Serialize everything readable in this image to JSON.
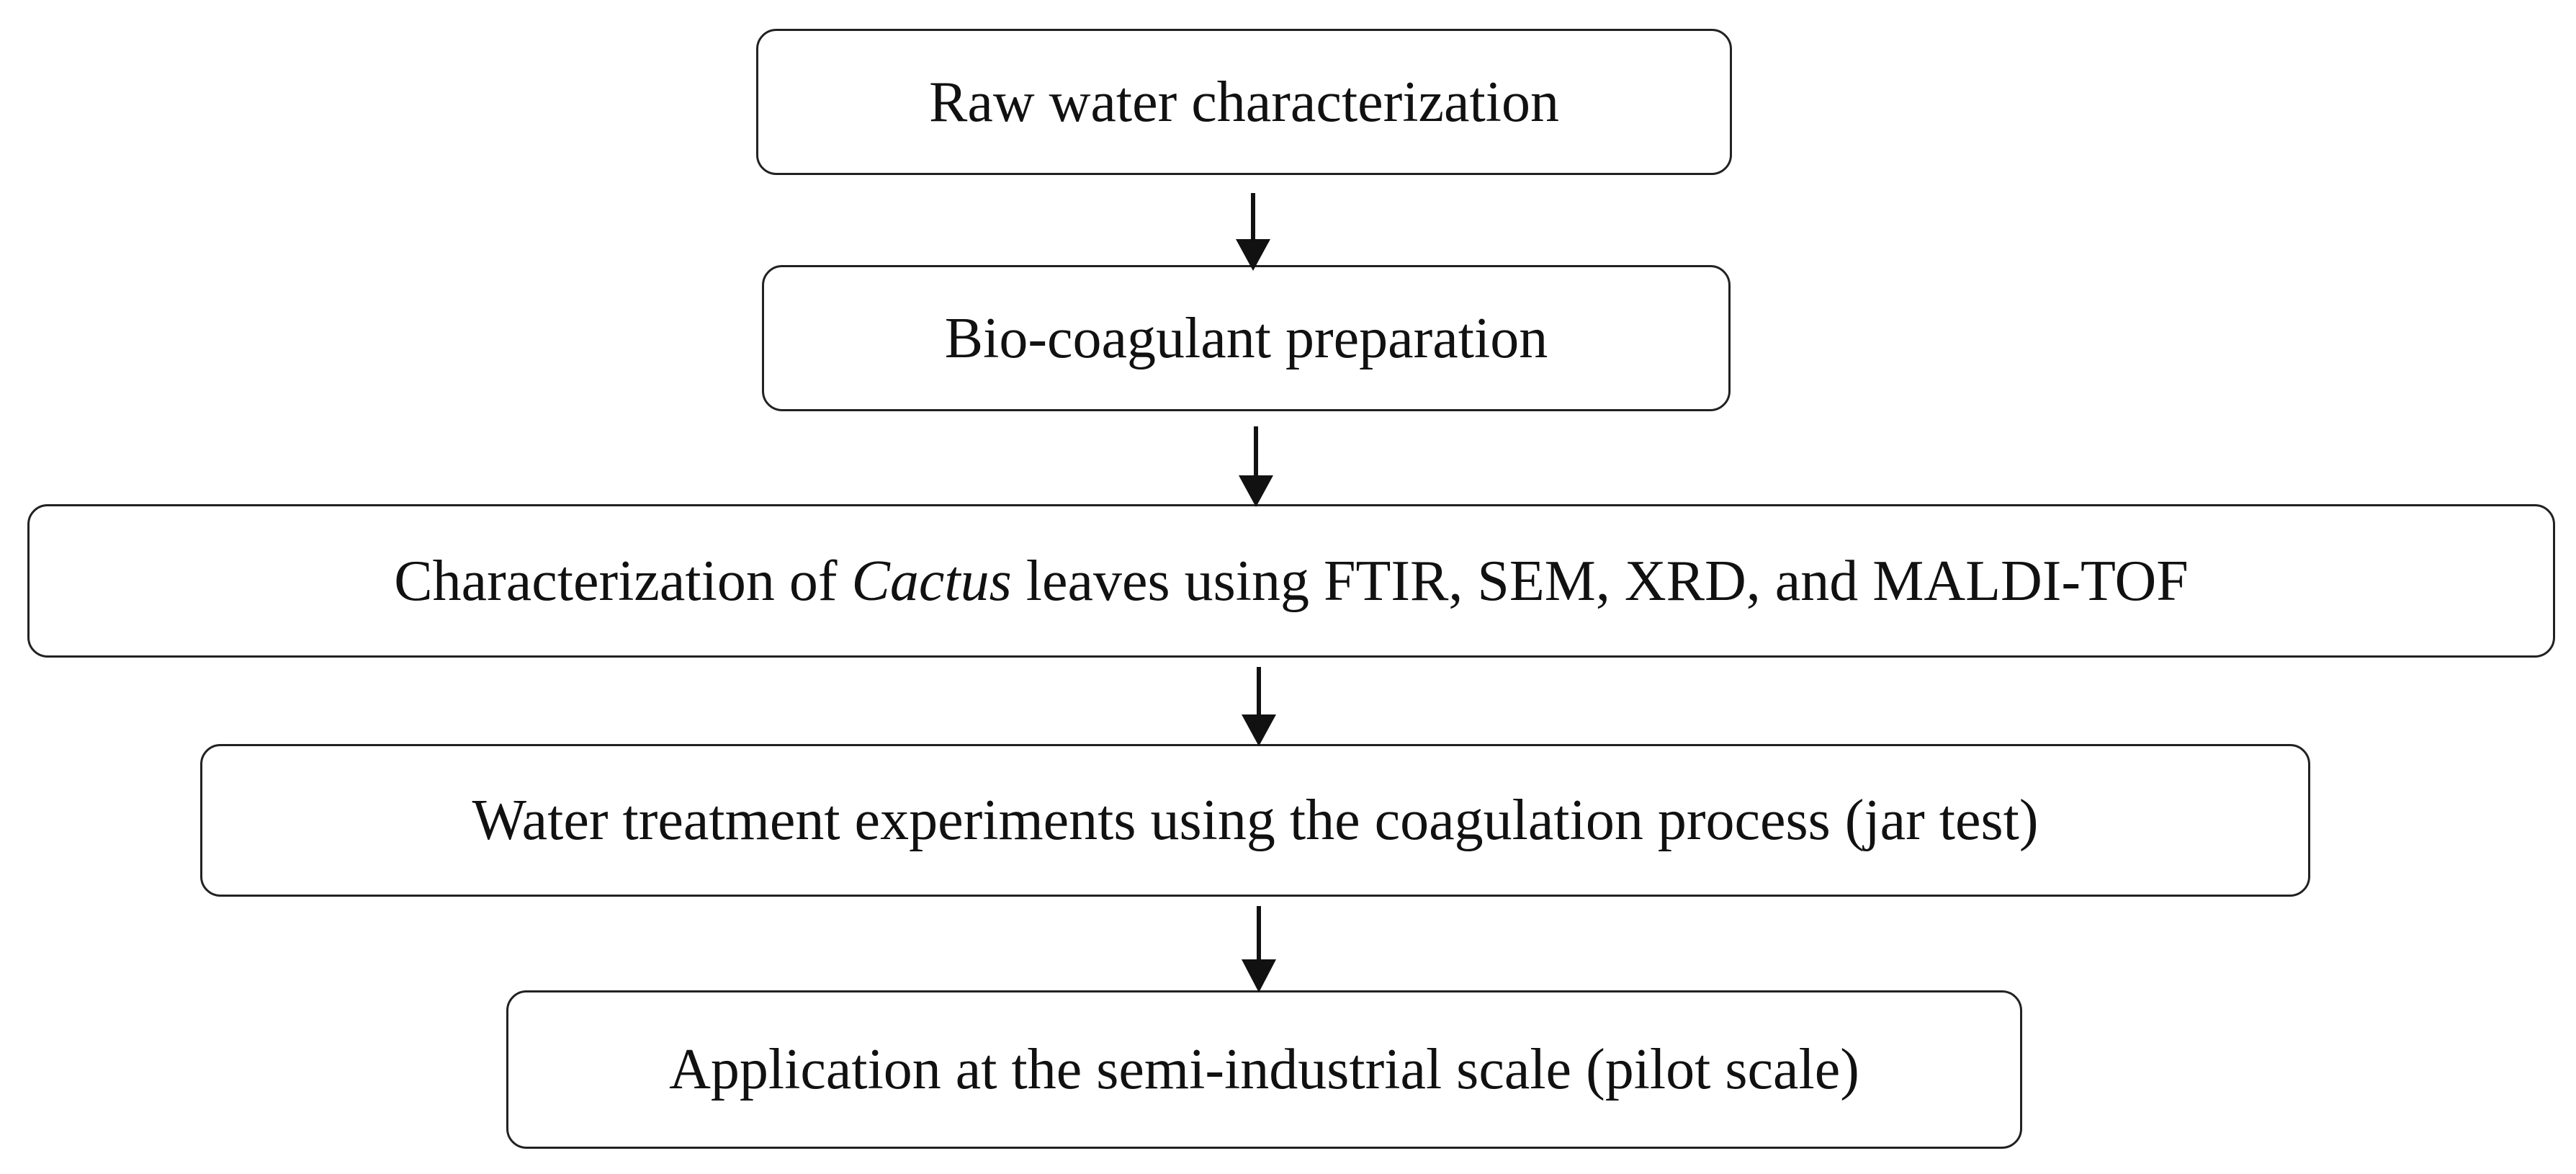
{
  "flowchart": {
    "steps": [
      {
        "text": "Raw water characterization"
      },
      {
        "text": "Bio-coagulant preparation"
      },
      {
        "text_before": "Characterization of ",
        "text_italic": "Cactus",
        "text_after": " leaves using FTIR, SEM, XRD, and MALDI-TOF"
      },
      {
        "text": "Water treatment experiments using the coagulation process (jar test)"
      },
      {
        "text": "Application at the semi-industrial scale (pilot scale)"
      }
    ],
    "connector_color": "#111111"
  }
}
